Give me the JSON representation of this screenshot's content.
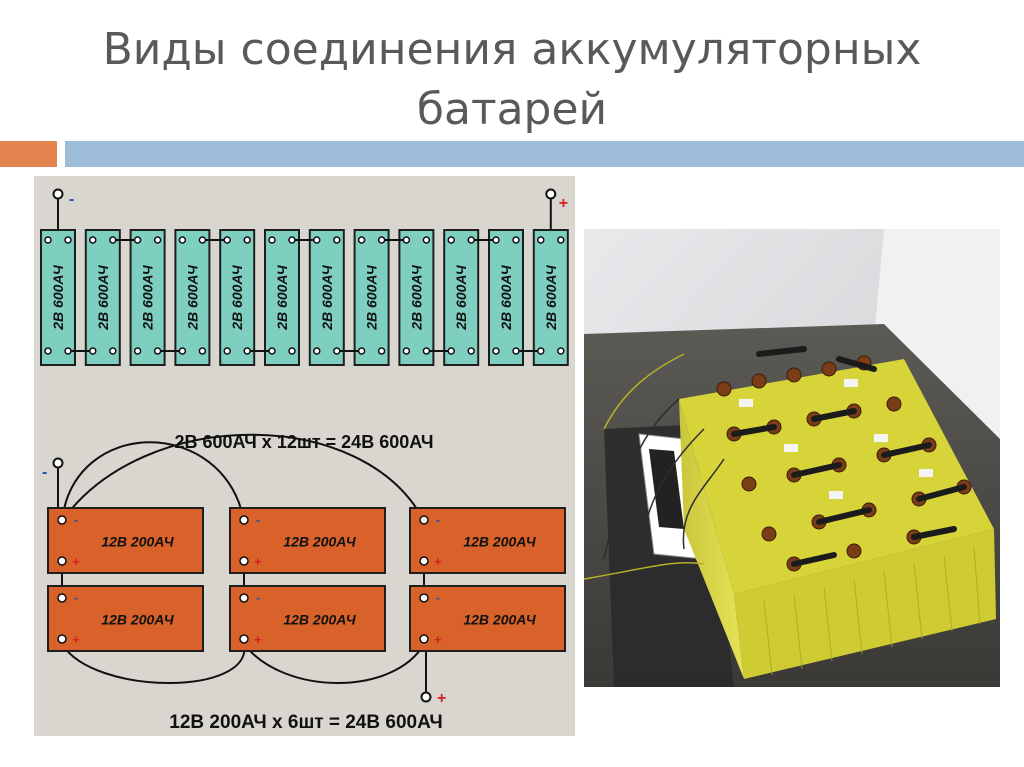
{
  "slide": {
    "title_line1": "Виды соединения аккумуляторных",
    "title_line2": "батарей"
  },
  "diagram": {
    "top": {
      "cell_label": "2В 600АЧ",
      "cell_count": 12,
      "formula": "2В 600АЧ х 12шт = 24В 600АЧ"
    },
    "bottom": {
      "battery_label": "12В 200АЧ",
      "battery_count": 6,
      "formula": "12В 200АЧ х 6шт = 24В 600АЧ"
    },
    "minus_sign": "-",
    "plus_sign": "+",
    "colors": {
      "background": "#d9d6d0",
      "cell_fill": "#7fcfc0",
      "battery_fill": "#d8622a",
      "minus": "#1e4fa8",
      "plus": "#d42020"
    }
  }
}
